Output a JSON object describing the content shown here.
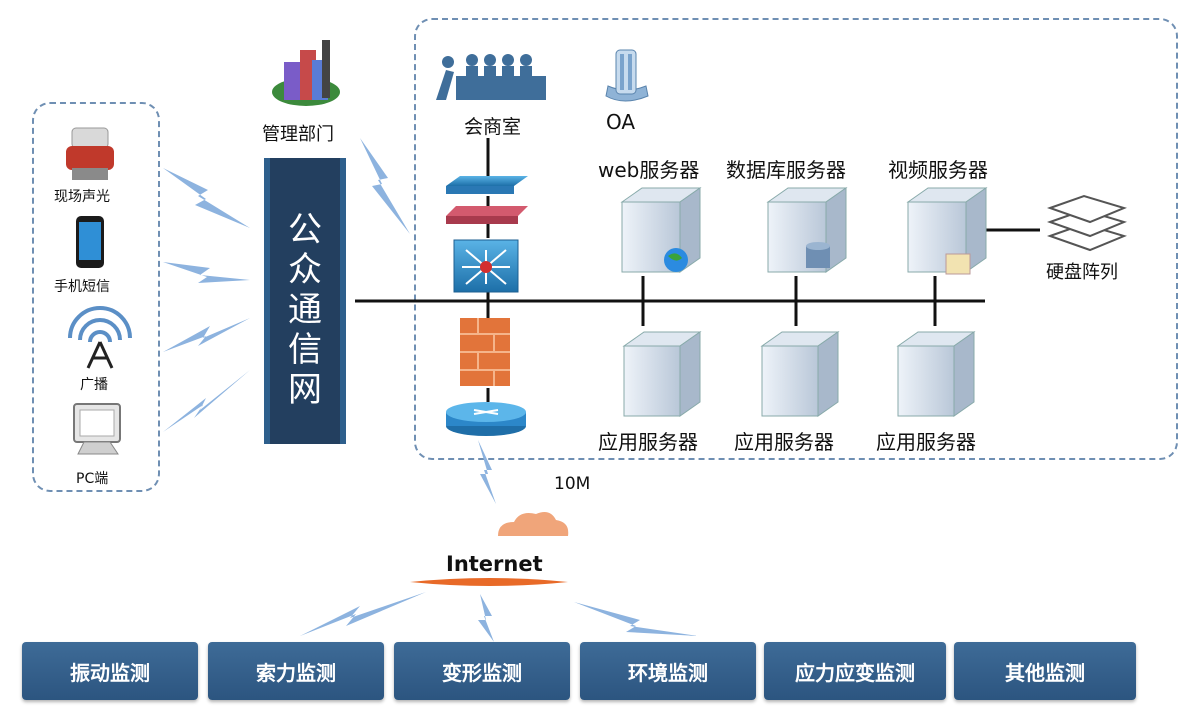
{
  "devices": {
    "sound_light": "现场声光",
    "phone_sms": "手机短信",
    "broadcast": "广播",
    "pc": "PC端"
  },
  "management": "管理部门",
  "public_network": [
    "公",
    "众",
    "通",
    "信",
    "网"
  ],
  "meeting_room": "会商室",
  "oa": "OA",
  "servers": {
    "web": "web服务器",
    "database": "数据库服务器",
    "video": "视频服务器",
    "disk_array": "硬盘阵列",
    "app": [
      "应用服务器",
      "应用服务器",
      "应用服务器"
    ]
  },
  "bandwidth": "10M",
  "internet": "Internet",
  "monitoring": [
    "振动监测",
    "索力监测",
    "变形监测",
    "环境监测",
    "应力应变监测",
    "其他监测"
  ],
  "colors": {
    "dark_blue": "#233f5f",
    "button_blue": "#2c5580",
    "dash": "#6f8fb3",
    "bolt": "#8db3df"
  }
}
